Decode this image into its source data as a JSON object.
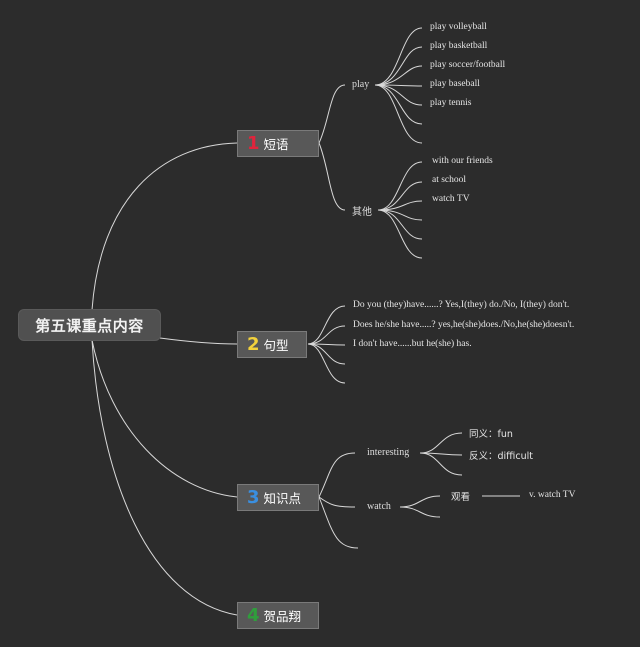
{
  "root": {
    "label": "第五课重点内容"
  },
  "branches": [
    {
      "num": "1",
      "label": "短语",
      "color": "#e0243c",
      "subs": [
        {
          "label": "play",
          "leaves": [
            "play volleyball",
            "play basketball",
            "play soccer/football",
            "play baseball",
            "play tennis"
          ]
        },
        {
          "label": "其他",
          "leaves": [
            "with our friends",
            "at school",
            "watch TV"
          ]
        }
      ]
    },
    {
      "num": "2",
      "label": "句型",
      "color": "#f2d13c",
      "leaves": [
        "Do you (they)have......? Yes,I(they) do./No, I(they) don't.",
        "Does he/she have.....? yes,he(she)does./No,he(she)doesn't.",
        "I don't have......but he(she) has."
      ]
    },
    {
      "num": "3",
      "label": "知识点",
      "color": "#3a8fe0",
      "subs": [
        {
          "label": "interesting",
          "leaves": [
            "同义：fun",
            "反义：difficult"
          ]
        },
        {
          "label": "watch",
          "leaves": [
            "观看"
          ],
          "extra": "v. watch TV"
        }
      ]
    },
    {
      "num": "4",
      "label": "贺品翔",
      "color": "#2f9e3c"
    }
  ]
}
